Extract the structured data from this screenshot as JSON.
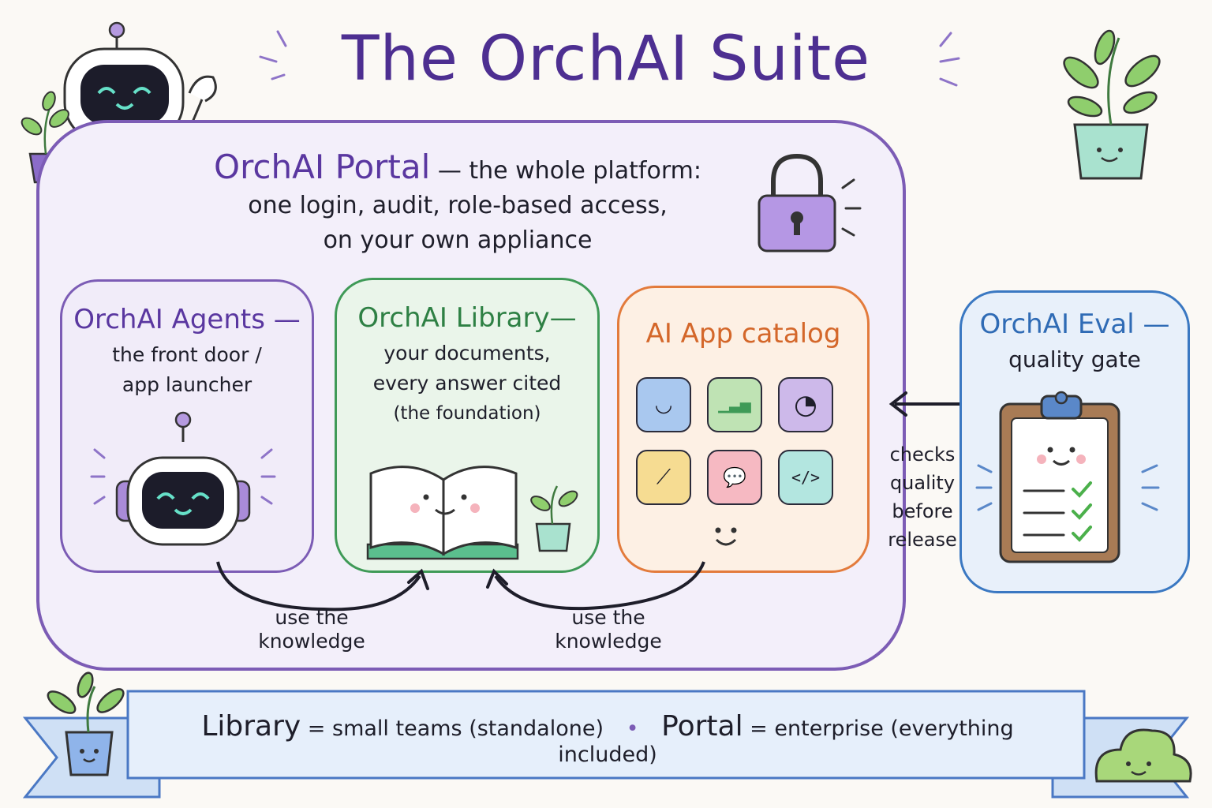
{
  "title": "The OrchAI Suite",
  "portal": {
    "name": "OrchAI Portal",
    "line1": "— the whole platform:",
    "line2": "one login, audit, role-based access,",
    "line3": "on your own appliance"
  },
  "agents": {
    "title": "OrchAI Agents —",
    "desc1": "the front door /",
    "desc2": "app launcher"
  },
  "library": {
    "title": "OrchAI Library—",
    "desc1": "your documents,",
    "desc2": "every answer cited",
    "desc3": "(the foundation)"
  },
  "catalog": {
    "title": "AI App catalog",
    "tiles": [
      {
        "icon": "smiley-icon",
        "glyph": "◡",
        "color": "#a9c8ef"
      },
      {
        "icon": "bar-chart-icon",
        "glyph": "▁▃▅",
        "color": "#bfe3b4"
      },
      {
        "icon": "pie-chart-icon",
        "glyph": "◔",
        "color": "#cdb9ea"
      },
      {
        "icon": "line-chart-icon",
        "glyph": "⟋",
        "color": "#f6dc92"
      },
      {
        "icon": "chat-bubble-icon",
        "glyph": "💬",
        "color": "#f6b9c2"
      },
      {
        "icon": "code-icon",
        "glyph": "</>",
        "color": "#b3e6e0"
      }
    ]
  },
  "eval": {
    "title": "OrchAI Eval —",
    "desc": "quality gate",
    "arrow_label1": "checks",
    "arrow_label2": "quality",
    "arrow_label3": "before",
    "arrow_label4": "release"
  },
  "arrows": {
    "left_label1": "use the",
    "left_label2": "knowledge",
    "right_label1": "use the",
    "right_label2": "knowledge"
  },
  "banner": {
    "left_big": "Library",
    "left_rest": "= small teams (standalone)",
    "separator": "•",
    "right_big": "Portal",
    "right_rest": "= enterprise (everything included)"
  },
  "colors": {
    "portal": "#7c5cb5",
    "library": "#3f9a57",
    "catalog": "#e37b3c",
    "eval": "#3a78c2"
  }
}
